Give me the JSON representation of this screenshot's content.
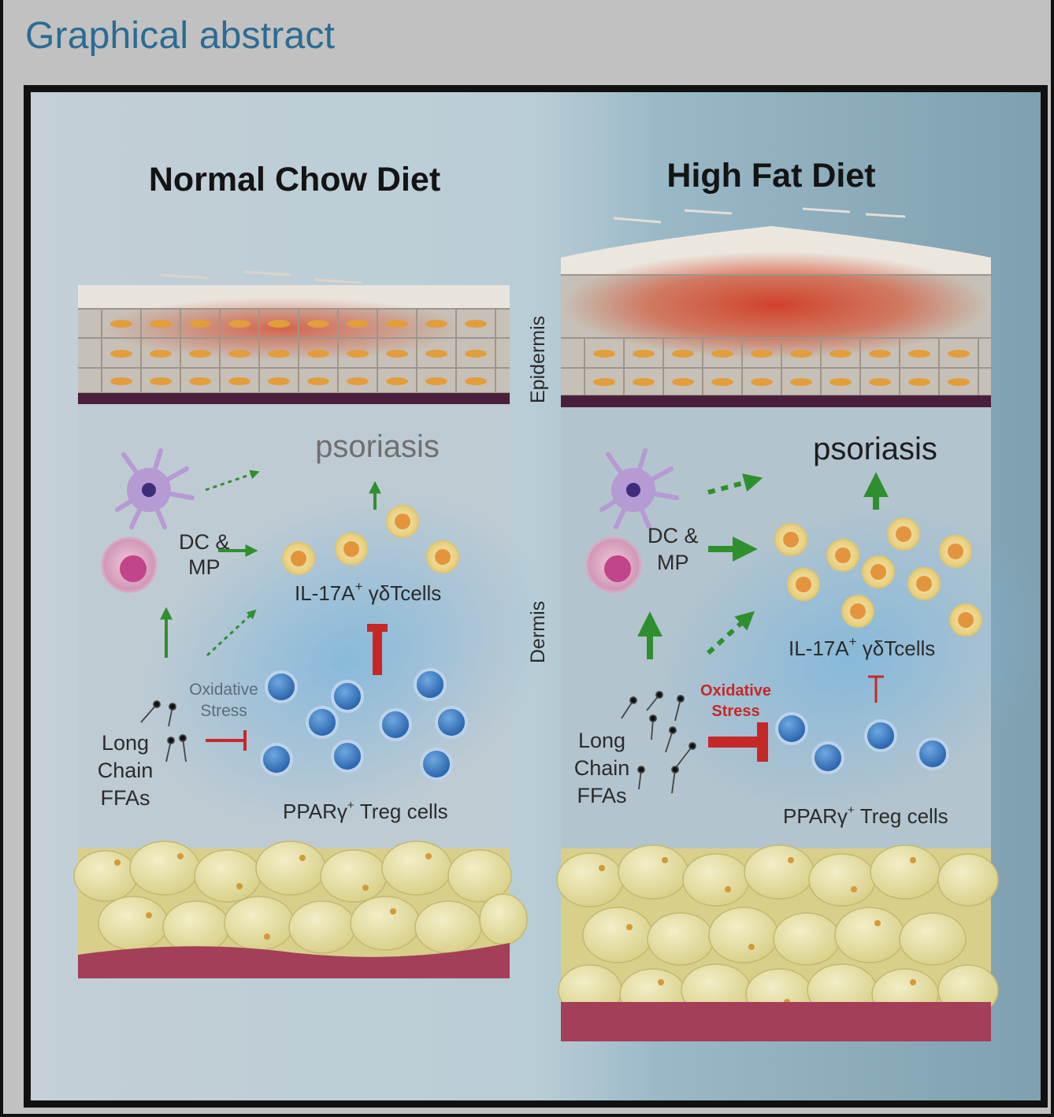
{
  "header": {
    "title": "Graphical abstract"
  },
  "layer_labels": {
    "upper": "Epidermis",
    "lower": "Dermis"
  },
  "panels": [
    {
      "title": "Normal Chow Diet",
      "outcome": "psoriasis",
      "dc_mp": [
        "DC &",
        "MP"
      ],
      "gdt_cells": {
        "text": "IL-17A",
        "sup": "+",
        "tail": " γδTcells"
      },
      "stress": [
        "Oxidative",
        "Stress"
      ],
      "ffa": [
        "Long",
        "Chain",
        "FFAs"
      ],
      "treg": {
        "text": "PPARγ",
        "sup": "+",
        "tail": " Treg cells"
      }
    },
    {
      "title": "High Fat Diet",
      "outcome": "psoriasis",
      "dc_mp": [
        "DC &",
        "MP"
      ],
      "gdt_cells": {
        "text": "IL-17A",
        "sup": "+",
        "tail": " γδTcells"
      },
      "stress": [
        "Oxidative",
        "Stress"
      ],
      "ffa": [
        "Long",
        "Chain",
        "FFAs"
      ],
      "treg": {
        "text": "PPARγ",
        "sup": "+",
        "tail": " Treg cells"
      }
    }
  ],
  "colors": {
    "header": "#2a6c93",
    "arrow_green": "#2f8f2f",
    "inhibit_red": "#c62828",
    "treg_blue": "#2f6fb8",
    "gdt_orange": "#e3953e",
    "fat": "#e8e2a6",
    "basement": "#4a1f3c",
    "muscle": "#a33f58"
  }
}
